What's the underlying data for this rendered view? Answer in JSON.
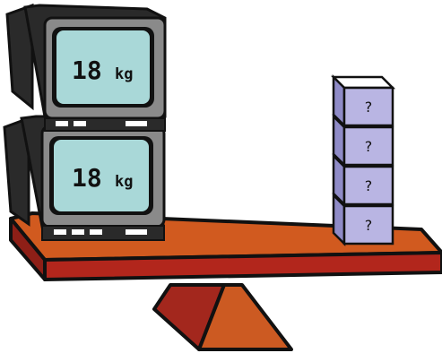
{
  "left_stack": {
    "monitors": [
      {
        "value": "18",
        "unit": "kg"
      },
      {
        "value": "18",
        "unit": "kg"
      }
    ]
  },
  "right_stack": {
    "boxes": [
      {
        "label": "?"
      },
      {
        "label": "?"
      },
      {
        "label": "?"
      },
      {
        "label": "?"
      }
    ]
  },
  "colors": {
    "screen": "#a9d8d8",
    "monitor_body": "#2a2a2a",
    "monitor_bezel": "#8a8a8a",
    "box_fill": "#b9b5e3",
    "plank_top": "#d15a1f",
    "plank_front": "#b2261c",
    "fulcrum_front": "#cc5a22",
    "fulcrum_side": "#a3271d"
  }
}
